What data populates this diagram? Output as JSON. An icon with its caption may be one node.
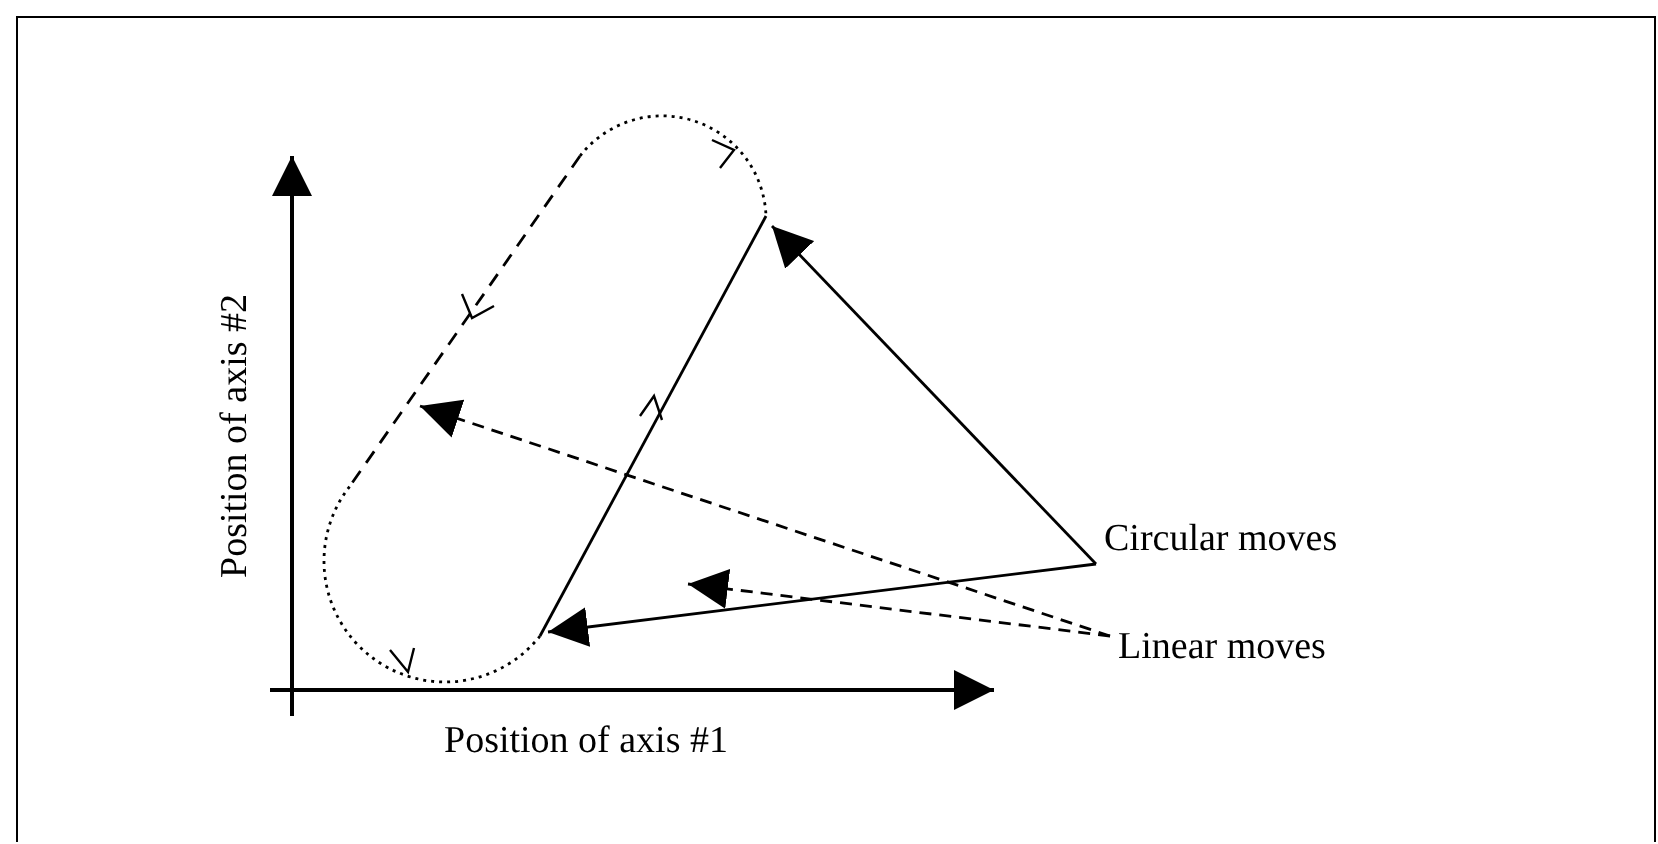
{
  "diagram": {
    "nodes": [
      {
        "text": [
          "Circular moves"
        ]
      },
      {
        "text": [
          "Linear moves"
        ]
      },
      {
        "text": [],
        "shape": "arc"
      },
      {
        "text": [],
        "shape": "arc"
      },
      {
        "text": [],
        "shape": "line"
      },
      {
        "text": [],
        "shape": "line"
      }
    ],
    "edges": [
      {
        "from": 0,
        "to": 2,
        "arrow": "to"
      },
      {
        "from": 0,
        "to": 3,
        "arrow": "to"
      },
      {
        "from": 1,
        "to": 4,
        "arrow": "to",
        "style": "dashed"
      },
      {
        "from": 1,
        "to": 5,
        "arrow": "to",
        "style": "dashed"
      }
    ],
    "labels": [
      "Position of axis #2",
      "Position of axis #1"
    ]
  }
}
